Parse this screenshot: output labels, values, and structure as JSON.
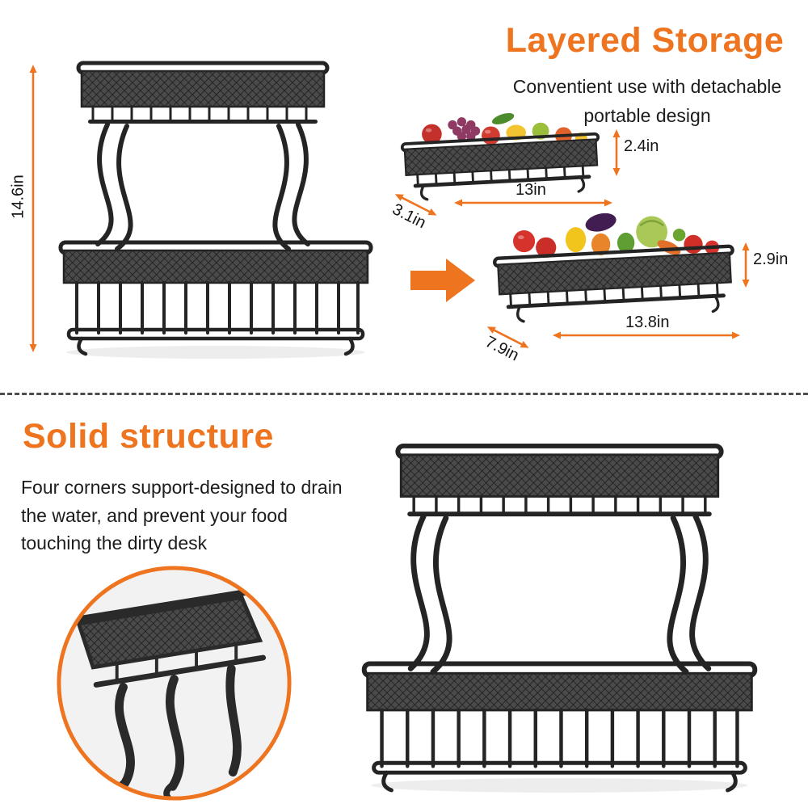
{
  "colors": {
    "accent": "#EE741F",
    "ink": "#1C1C1C"
  },
  "icons": {
    "transition_arrow": "right-arrow",
    "dimension_arrows": "double-headed-arrow"
  },
  "top_section": {
    "heading": "Layered Storage",
    "subtext": "Conventient use with detachable portable design",
    "stand_height_label": "14.6in",
    "small_basket": {
      "height": "2.4in",
      "depth": "3.1in",
      "width": "13in"
    },
    "large_basket": {
      "height": "2.9in",
      "depth": "7.9in",
      "width": "13.8in"
    }
  },
  "bottom_section": {
    "heading": "Solid structure",
    "paragraph": "Four corners support-designed to drain the water, and prevent your food touching the dirty desk"
  }
}
